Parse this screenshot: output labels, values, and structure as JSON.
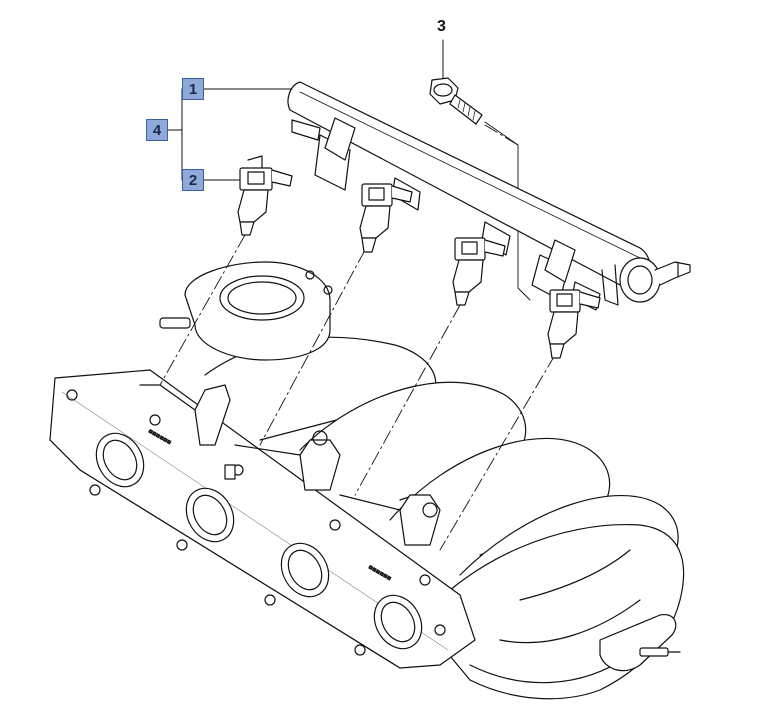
{
  "callouts": {
    "fuel_rail": "1",
    "injector": "2",
    "bolt": "3",
    "assembly": "4"
  },
  "casting_marks": {
    "mark_a": "▪▪▪▪▪▪",
    "mark_b": "▪▪▪▪▪▪"
  },
  "colors": {
    "callout_fill": "#8fa9d8",
    "callout_border": "#3d5f9f",
    "line": "#111111"
  }
}
